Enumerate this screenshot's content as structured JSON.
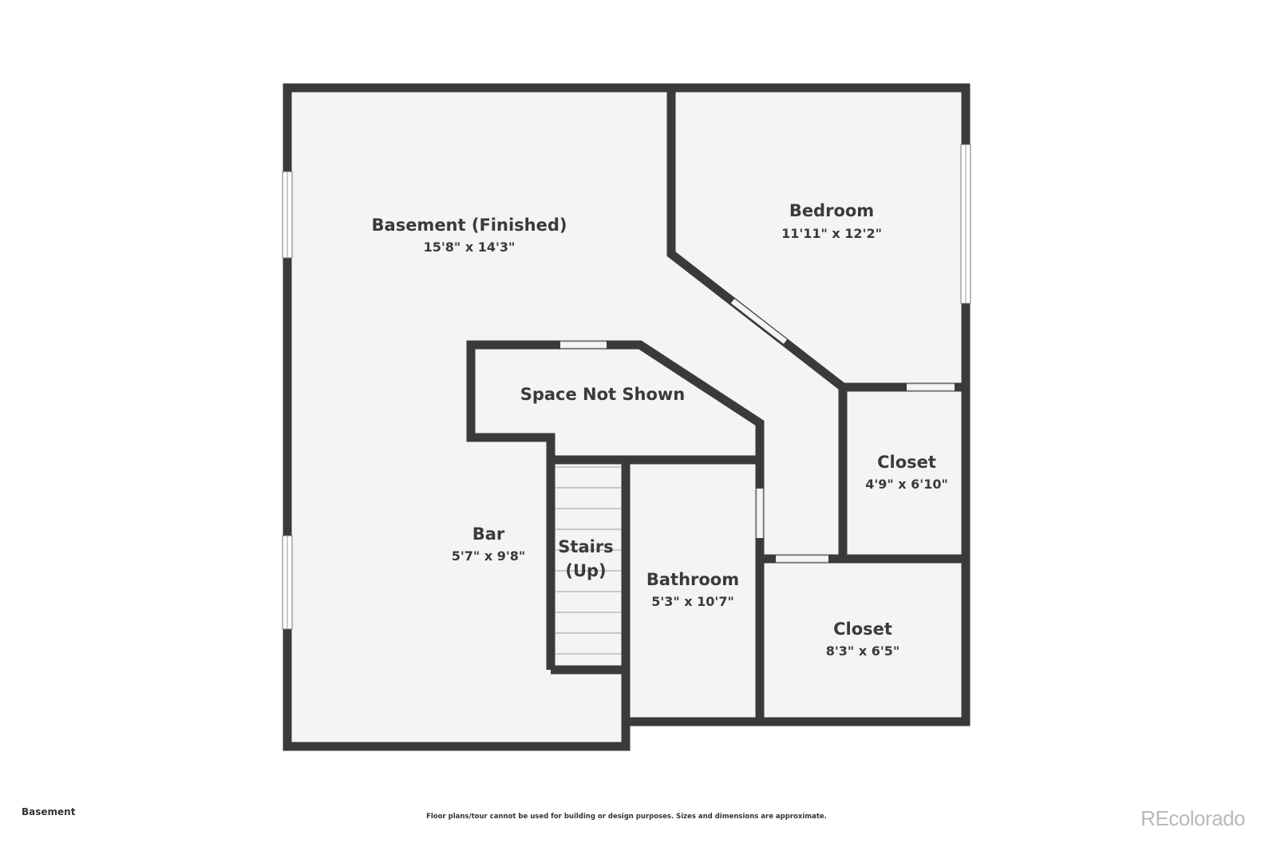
{
  "floor_label": "Basement",
  "disclaimer": "Floor plans/tour cannot be used for building or design purposes. Sizes and dimensions are approximate.",
  "brand": "REcolorado",
  "colors": {
    "wall": "#3a3a3c",
    "floor": "#f4f4f4",
    "opening": "#ffffff"
  },
  "rooms": {
    "basement": {
      "name": "Basement (Finished)",
      "dims": "15'8\" x 14'3\""
    },
    "bedroom": {
      "name": "Bedroom",
      "dims": "11'11\" x 12'2\""
    },
    "space_not_shown": {
      "name": "Space Not Shown"
    },
    "closet_a": {
      "name": "Closet",
      "dims": "4'9\" x 6'10\""
    },
    "bar": {
      "name": "Bar",
      "dims": "5'7\" x 9'8\""
    },
    "stairs": {
      "line1": "Stairs",
      "line2": "(Up)"
    },
    "bathroom": {
      "name": "Bathroom",
      "dims": "5'3\" x 10'7\""
    },
    "closet_b": {
      "name": "Closet",
      "dims": "8'3\" x 6'5\""
    }
  }
}
